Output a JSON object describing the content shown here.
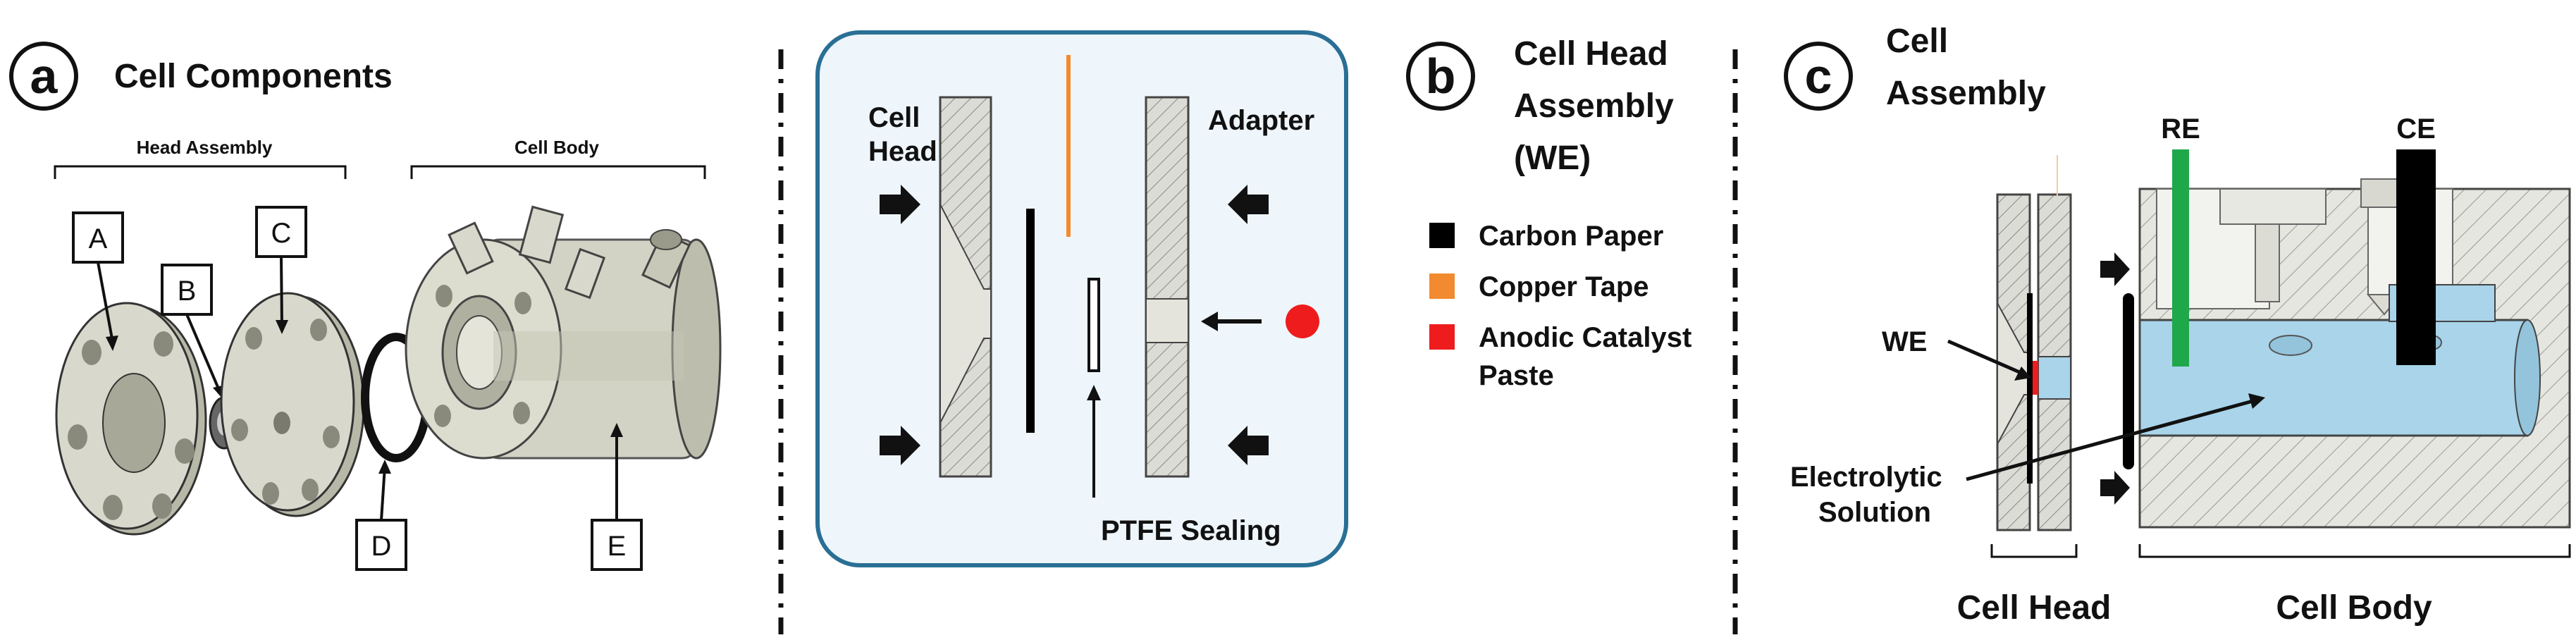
{
  "panel_a": {
    "letter": "a",
    "title": "Cell Components",
    "head_assembly": "Head Assembly",
    "cell_body": "Cell Body",
    "parts": [
      "A",
      "B",
      "C",
      "D",
      "E"
    ]
  },
  "panel_b": {
    "letter": "b",
    "title_lines": [
      "Cell Head",
      "Assembly",
      "(WE)"
    ],
    "cell_head_lines": [
      "Cell",
      "Head"
    ],
    "adapter": "Adapter",
    "ptfe": "PTFE Sealing",
    "legend": [
      {
        "label_lines": [
          "Carbon Paper"
        ],
        "color": "#000000"
      },
      {
        "label_lines": [
          "Copper Tape"
        ],
        "color": "#f28a30"
      },
      {
        "label_lines": [
          "Anodic Catalyst",
          "Paste"
        ],
        "color": "#ee1c1c"
      }
    ]
  },
  "panel_c": {
    "letter": "c",
    "title_lines": [
      "Cell",
      "Assembly"
    ],
    "re": "RE",
    "ce": "CE",
    "we": "WE",
    "electrolyte_lines": [
      "Electrolytic",
      "Solution"
    ],
    "cell_head": "Cell Head",
    "cell_body": "Cell Body"
  },
  "colors": {
    "metal": "#d4d4c8",
    "inset_bg": "#eef6fb",
    "inset_border": "#2a6f95",
    "electrolyte": "#a9d4ea",
    "re_green": "#1fa84a"
  }
}
